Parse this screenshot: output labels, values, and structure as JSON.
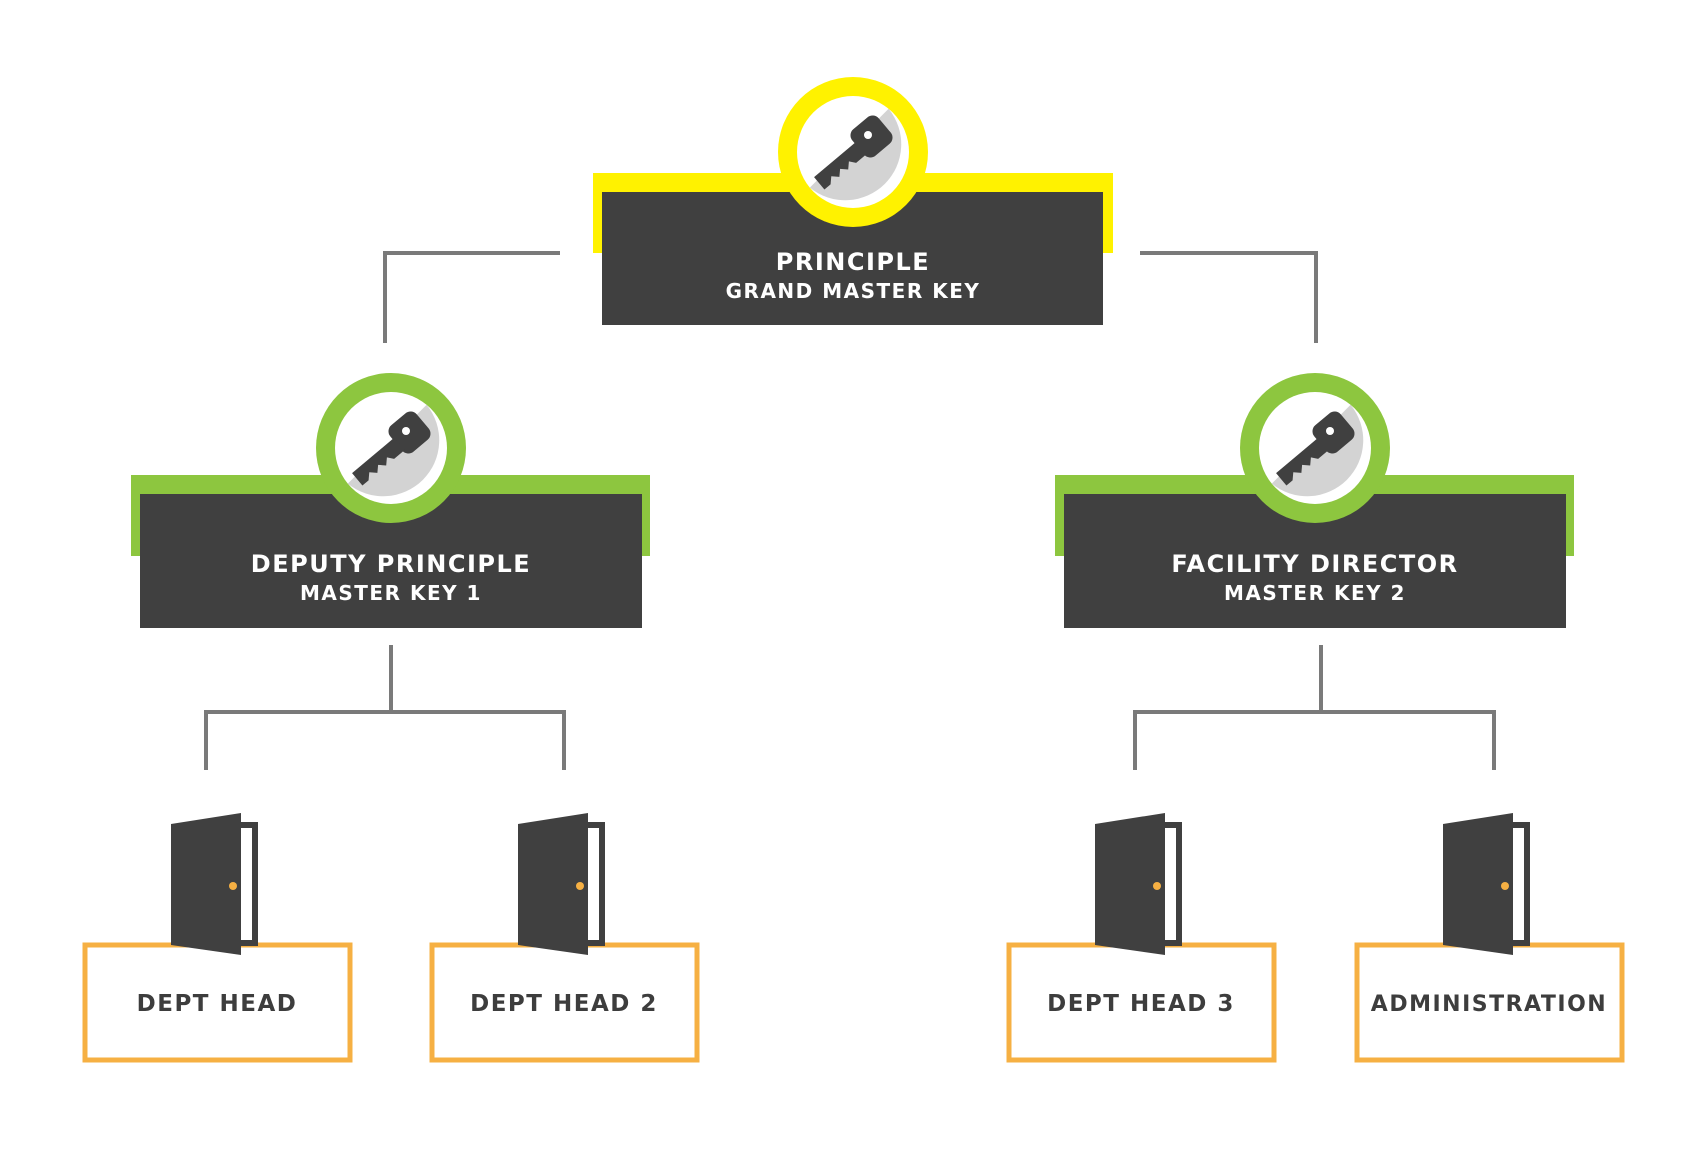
{
  "colors": {
    "grand_master": "#fff200",
    "master": "#8dc63f",
    "leaf_border": "#f6b043",
    "box_fill": "#404040",
    "connector": "#7a7a7a",
    "door": "#404040",
    "door_knob": "#f6b043",
    "key_bg": "#d3d3d3"
  },
  "icons": {
    "key": "key-icon",
    "door": "door-icon"
  },
  "grand_master": {
    "title": "PRINCIPLE",
    "subtitle": "GRAND MASTER KEY"
  },
  "masters": [
    {
      "title": "DEPUTY PRINCIPLE",
      "subtitle": "MASTER KEY 1"
    },
    {
      "title": "FACILITY DIRECTOR",
      "subtitle": "MASTER KEY 2"
    }
  ],
  "leaves": [
    {
      "label": "DEPT HEAD"
    },
    {
      "label": "DEPT HEAD 2"
    },
    {
      "label": "DEPT HEAD 3"
    },
    {
      "label": "ADMINISTRATION"
    }
  ]
}
